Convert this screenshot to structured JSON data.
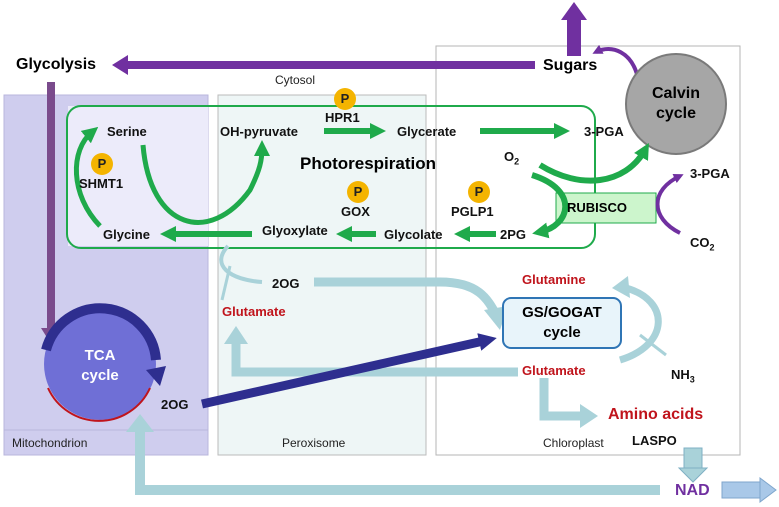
{
  "labels": {
    "glycolysis": "Glycolysis",
    "sugars": "Sugars",
    "cytosol": "Cytosol",
    "calvin": "Calvin cycle",
    "serine": "Serine",
    "oh_pyruvate": "OH-pyruvate",
    "glycerate": "Glycerate",
    "pga_top": "3-PGA",
    "pga_right": "3-PGA",
    "o2": "O",
    "o2_sub": "2",
    "co2": "CO",
    "co2_sub": "2",
    "photorespiration": "Photorespiration",
    "rubisco": "RUBISCO",
    "glycine": "Glycine",
    "glyoxylate": "Glyoxylate",
    "glycolate": "Glycolate",
    "pg2": "2PG",
    "og_perox": "2OG",
    "og_mito": "2OG",
    "glutamate_perox": "Glutamate",
    "glutamine": "Glutamine",
    "glutamate_chloro": "Glutamate",
    "gsgogat": "GS/GOGAT cycle",
    "nh3": "NH",
    "nh3_sub": "3",
    "tca": "TCA cycle",
    "amino_acids": "Amino acids",
    "laspo": "LASPO",
    "nad": "NAD",
    "mitochondrion": "Mitochondrion",
    "peroxisome": "Peroxisome",
    "chloroplast": "Chloroplast"
  },
  "enzymes": {
    "hpr1": "HPR1",
    "shmt1": "SHMT1",
    "gox": "GOX",
    "pglp1": "PGLP1"
  },
  "phospho_mark": "P",
  "colors": {
    "purple": "#7030a0",
    "green": "#1faa4b",
    "light_blue": "#a9d2d9",
    "navy": "#2e2e8f",
    "red_text": "#c0141c",
    "mito_fill": "#cfcdee",
    "perox_fill": "#eef6f6",
    "tca_fill": "#6f6fd6",
    "calvin_fill": "#a6a6a6",
    "phospho": "#f4b400"
  }
}
